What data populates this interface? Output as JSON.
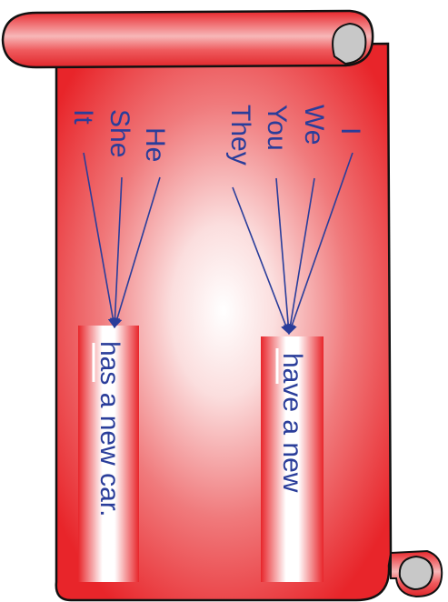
{
  "group_left": {
    "pronouns": [
      "He",
      "She",
      "It"
    ],
    "sentence": "has a new car."
  },
  "group_right": {
    "pronouns": [
      "I",
      "We",
      "You",
      "They"
    ],
    "sentence": "have a new"
  },
  "colors": {
    "scroll_red": "#e8252a",
    "text_blue": "#2a3d9a",
    "outline": "#111111",
    "curl_gray": "#c8c8c8"
  }
}
